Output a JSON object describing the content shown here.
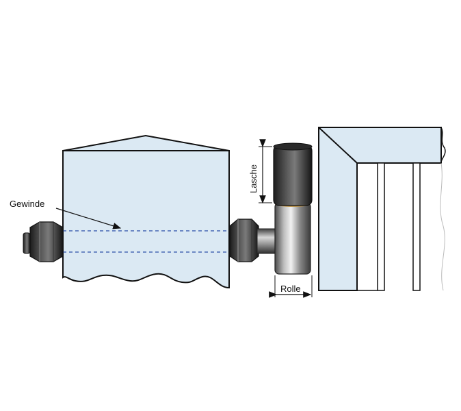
{
  "labels": {
    "thread": "Gewinde",
    "tab": "Lasche",
    "roller": "Rolle"
  },
  "colors": {
    "panel_fill": "#dbe9f3",
    "outline": "#111111",
    "thread_line": "#2b4fa8",
    "background": "#ffffff"
  }
}
